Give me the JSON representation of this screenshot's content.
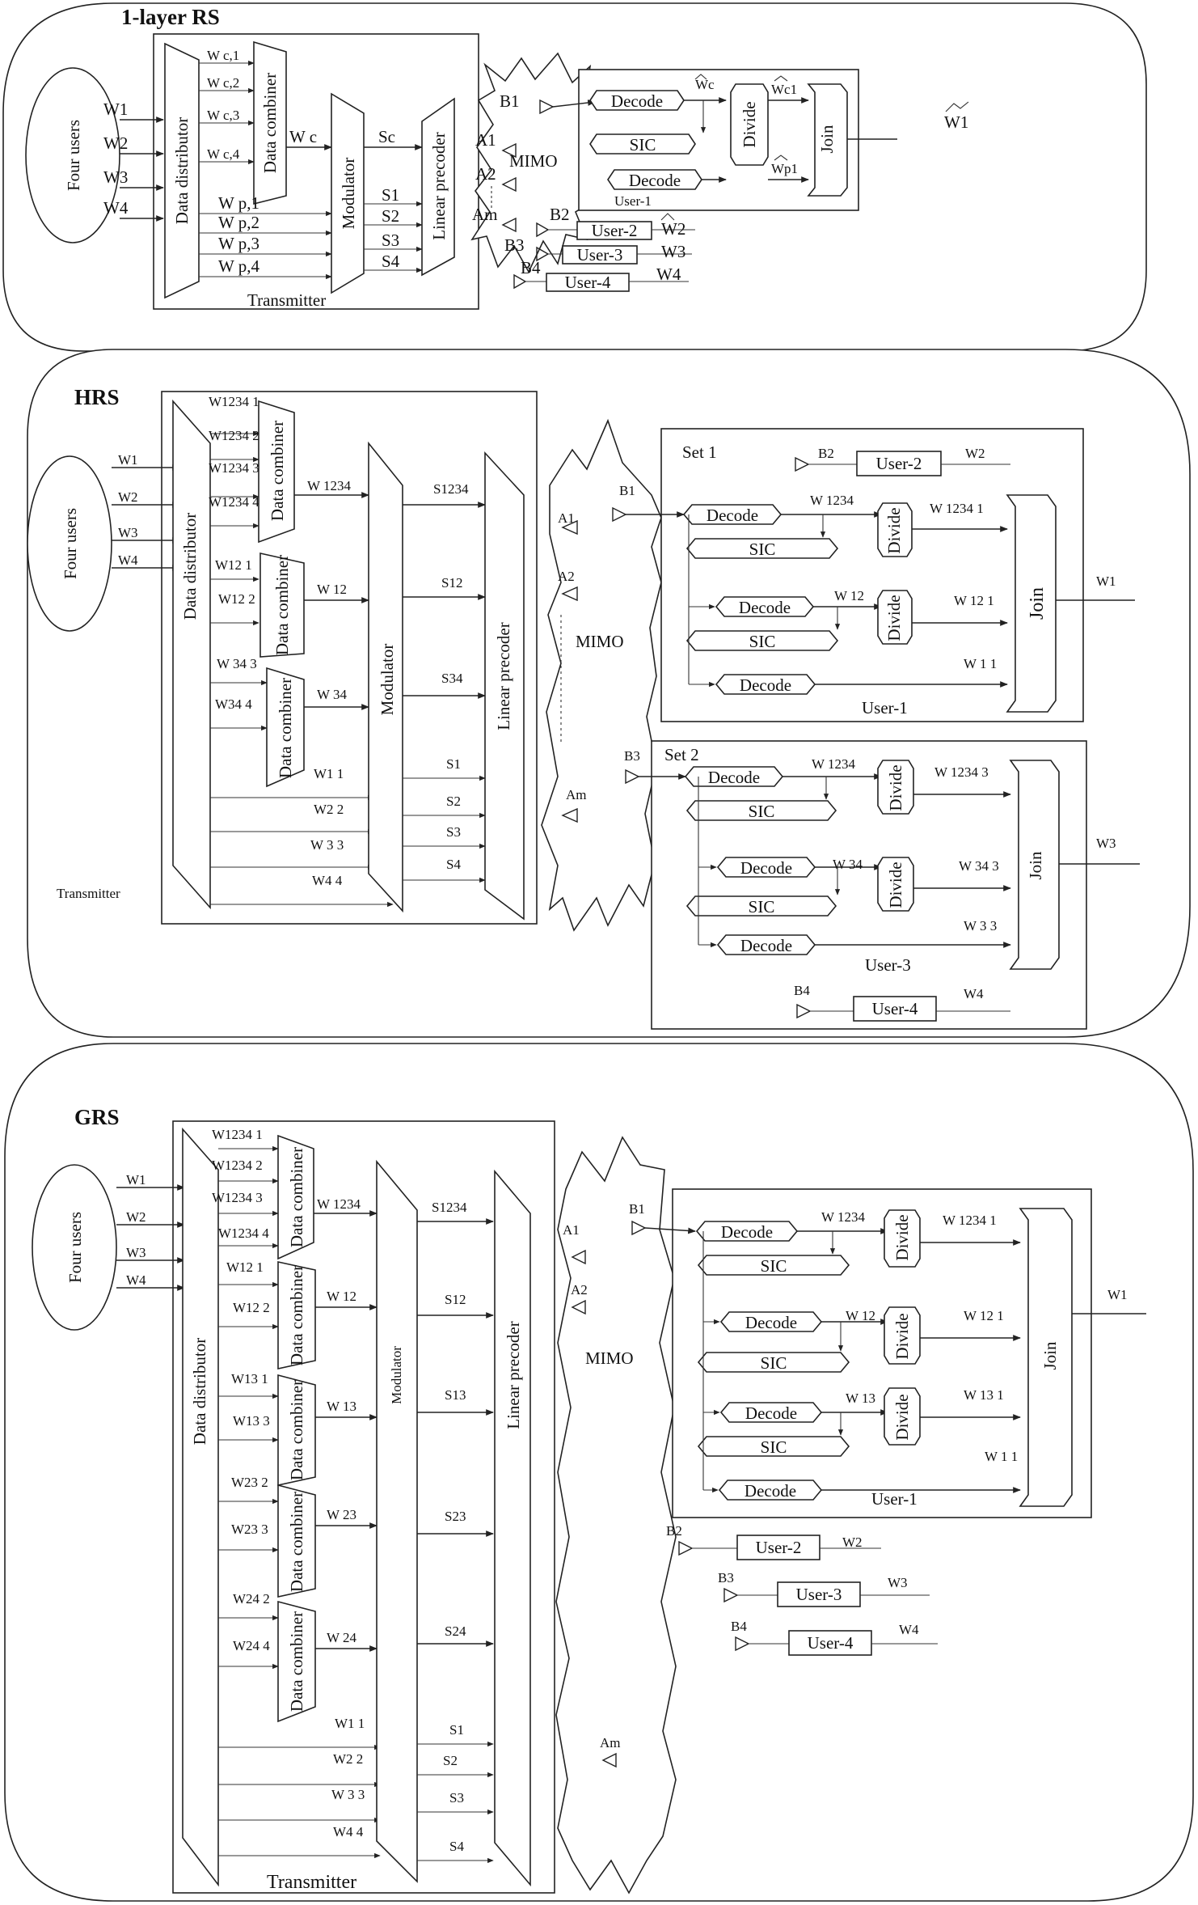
{
  "colors": {
    "stroke": "#222222",
    "background": "#ffffff"
  },
  "common": {
    "four_users": "Four users",
    "data_distributor": "Data distributor",
    "data_combiner": "Data combiner",
    "modulator": "Modulator",
    "linear_precoder": "Linear precoder",
    "mimo": "MIMO",
    "transmitter": "Transmitter",
    "decode": "Decode",
    "sic": "SIC",
    "divide": "Divide",
    "join": "Join"
  },
  "rs": {
    "title": "1-layer RS",
    "inputs": [
      "W1",
      "W2",
      "W3",
      "W4"
    ],
    "common_parts": [
      "W c,1",
      "W c,2",
      "W c,3",
      "W c,4"
    ],
    "combined": "W c",
    "common_stream": "Sc",
    "private_parts": [
      "W p,1",
      "W p,2",
      "W p,3",
      "W p,4"
    ],
    "streams": [
      "S1",
      "S2",
      "S3",
      "S4"
    ],
    "tx_antennas": [
      "A1",
      "A2",
      "Am"
    ],
    "rx": [
      "B1",
      "B2",
      "B3",
      "B4"
    ],
    "user1_label": "User-1",
    "wc_hat": "Wc",
    "wc1_hat": "Wc1",
    "wp1_hat": "Wp1",
    "w1_hat": "W1",
    "others": [
      {
        "user": "User-2",
        "hat": "W2"
      },
      {
        "user": "User-3",
        "hat": "W3"
      },
      {
        "user": "User-4",
        "hat": "W4"
      }
    ]
  },
  "hrs": {
    "title": "HRS",
    "inputs": [
      "W1",
      "W2",
      "W3",
      "W4"
    ],
    "parts_1234": [
      "W1234 1",
      "W1234 2",
      "W1234 3",
      "W1234 4"
    ],
    "parts_12": [
      "W12 1",
      "W12 2"
    ],
    "parts_34": [
      "W 34 3",
      "W34 4"
    ],
    "combined": [
      "W 1234",
      "W 12",
      "W 34"
    ],
    "streams": [
      "S1234",
      "S12",
      "S34",
      "S1",
      "S2",
      "S3",
      "S4"
    ],
    "private_parts": [
      "W1 1",
      "W2 2",
      "W 3 3",
      "W4 4"
    ],
    "tx_antennas": [
      "A1",
      "A2",
      "Am"
    ],
    "set1": {
      "label": "Set 1",
      "b2": "B2",
      "user2": "User-2",
      "w2_hat": "W2",
      "b1": "B1",
      "hats": [
        "W 1234",
        "W 12"
      ],
      "outs": [
        "W 1234 1",
        "W 12 1",
        "W 1 1"
      ],
      "user1": "User-1",
      "w1_hat": "W1"
    },
    "set2": {
      "label": "Set 2",
      "b3": "B3",
      "hats": [
        "W 1234",
        "W 34"
      ],
      "outs": [
        "W 1234 3",
        "W 34 3",
        "W 3 3"
      ],
      "user3": "User-3",
      "w3_hat": "W3",
      "b4": "B4",
      "user4": "User-4",
      "w4_hat": "W4"
    }
  },
  "grs": {
    "title": "GRS",
    "inputs": [
      "W1",
      "W2",
      "W3",
      "W4"
    ],
    "comb_inputs": [
      [
        "W1234 1",
        "W1234 2",
        "W1234 3",
        "W1234 4"
      ],
      [
        "W12 1",
        "W12 2"
      ],
      [
        "W13 1",
        "W13 3"
      ],
      [
        "W23 2",
        "W23 3"
      ],
      [
        "W24 2",
        "W24 4"
      ]
    ],
    "combined": [
      "W 1234",
      "W 12",
      "W 13",
      "W 23",
      "W 24"
    ],
    "streams": [
      "S1234",
      "S12",
      "S13",
      "S23",
      "S24",
      "S1",
      "S2",
      "S3",
      "S4"
    ],
    "private_parts": [
      "W1 1",
      "W2 2",
      "W 3 3",
      "W4 4"
    ],
    "tx_antennas": [
      "A1",
      "A2",
      "Am"
    ],
    "user1": {
      "b1": "B1",
      "hats": [
        "W 1234",
        "W 12",
        "W 13"
      ],
      "outs": [
        "W 1234 1",
        "W 12 1",
        "W 13 1",
        "W 1 1"
      ],
      "label": "User-1",
      "w1_hat": "W1"
    },
    "others": [
      {
        "b": "B2",
        "user": "User-2",
        "hat": "W2"
      },
      {
        "b": "B3",
        "user": "User-3",
        "hat": "W3"
      },
      {
        "b": "B4",
        "user": "User-4",
        "hat": "W4"
      }
    ]
  }
}
